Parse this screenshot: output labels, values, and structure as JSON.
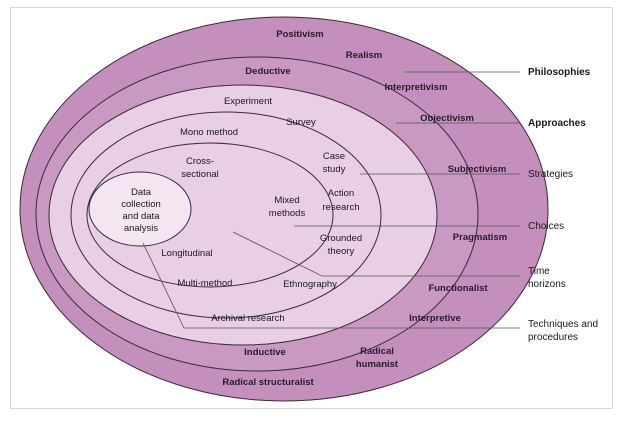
{
  "colors": {
    "outer": "#c48fbd",
    "middle": "#c999c3",
    "inner": "#e8cfe5",
    "core": "#f3e6f1",
    "stroke": "#3a2a38",
    "leader": "#555555"
  },
  "layers": {
    "positivism": "Positivism",
    "realism": "Realism",
    "deductive": "Deductive",
    "interpretivism": "Interpretivism",
    "objectivism": "Objectivism",
    "subjectivism": "Subjectivism",
    "pragmatism": "Pragmatism",
    "functionalist": "Functionalist",
    "interpretive": "Interpretive",
    "inductive": "Inductive",
    "radical_humanist_1": "Radical",
    "radical_humanist_2": "humanist",
    "radical_structuralist": "Radical structuralist"
  },
  "strategies": {
    "experiment": "Experiment",
    "survey": "Survey",
    "case_study_1": "Case",
    "case_study_2": "study",
    "action_research_1": "Action",
    "action_research_2": "research",
    "grounded_theory_1": "Grounded",
    "grounded_theory_2": "theory",
    "ethnography": "Ethnography",
    "archival_research": "Archival research"
  },
  "choices": {
    "mono_method": "Mono method",
    "mixed_methods_1": "Mixed",
    "mixed_methods_2": "methods",
    "multi_method": "Multi-method"
  },
  "time_horizons": {
    "cross_sectional_1": "Cross-",
    "cross_sectional_2": "sectional",
    "longitudinal": "Longitudinal"
  },
  "core": {
    "line1": "Data",
    "line2": "collection",
    "line3": "and data",
    "line4": "analysis"
  },
  "side_labels": {
    "philosophies": "Philosophies",
    "approaches": "Approaches",
    "strategies": "Strategies",
    "choices": "Choices",
    "time_horizons_1": "Time",
    "time_horizons_2": "horizons",
    "techniques_1": "Techniques and",
    "techniques_2": "procedures"
  }
}
